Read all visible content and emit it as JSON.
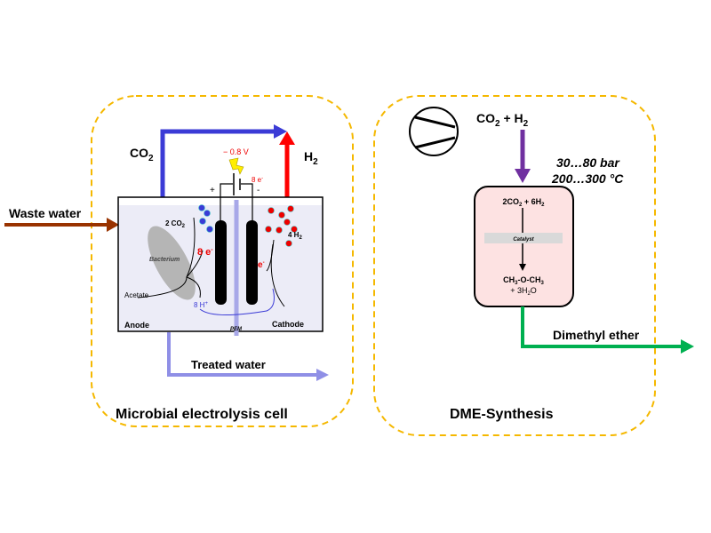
{
  "labels": {
    "waste_water": "Waste water",
    "co2": "CO",
    "co2_sub": "2",
    "h2": "H",
    "h2_sub": "2",
    "voltage": "− 0.8 V",
    "electrons_top": "8 e",
    "electrons_sup": "-",
    "plus": "+",
    "minus": "-",
    "anode_co2": "2 CO",
    "anode_co2_sub": "2",
    "anode_e": "8 e",
    "bacterium": "Bacterium",
    "acetate": "Acetate",
    "protons": "8 H",
    "protons_sup": "+",
    "cathode_e": "e",
    "cathode_h2": "4 H",
    "cathode_h2_sub": "2",
    "anode": "Anode",
    "pem": "PEM",
    "cathode": "Cathode",
    "treated_water": "Treated water",
    "mec_title": "Microbial electrolysis cell",
    "co2_h2": "CO",
    "co2_h2_mid": " + H",
    "conditions_pressure": "30…80 bar",
    "conditions_temp": "200…300 °C",
    "reactants": "2CO",
    "reactants_mid": " + 6H",
    "catalyst": "Catalyst",
    "product": "CH",
    "product_mid": "-O-CH",
    "water": "+ 3H",
    "water_end": "O",
    "sub3": "3",
    "dme_out": "Dimethyl ether",
    "dme_title": "DME-Synthesis"
  },
  "colors": {
    "dashed_border": "#f5b800",
    "waste_water": "#993300",
    "co2_line": "#3b3bd6",
    "h2_line": "#ff0000",
    "mixed_line": "#7030a0",
    "treated_water": "#8f8fe6",
    "dme_line": "#00b050",
    "reactor_fill": "#fde2e2"
  }
}
